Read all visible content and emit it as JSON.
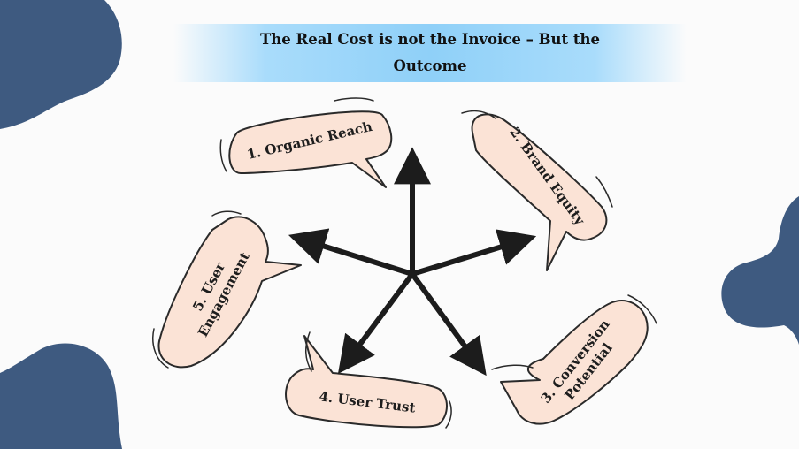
{
  "title": "The Real Cost is not the Invoice – But the Outcome",
  "bubbles": [
    {
      "label": "1. Organic Reach"
    },
    {
      "label": "2. Brand Equity"
    },
    {
      "label": "3. Conversion Potential",
      "line1": "3. Conversion",
      "line2": "Potential"
    },
    {
      "label": "4. User Trust"
    },
    {
      "label": "5. User Engagement",
      "line1": "5. User",
      "line2": "Engagement"
    }
  ],
  "colors": {
    "blob": "#3e5a80",
    "bubble_fill": "#fbe3d6",
    "bubble_stroke": "#2a2a2a",
    "arrow": "#1c1c1c",
    "banner": "#8fd0f8"
  }
}
